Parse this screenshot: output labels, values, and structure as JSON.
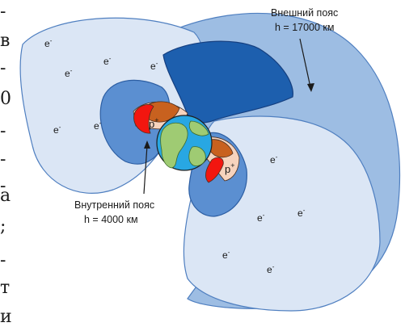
{
  "page_left_margin_chars": [
    "-",
    "в",
    "-",
    "0",
    "-",
    "-",
    "-",
    "а",
    ";",
    "-",
    "т",
    "и"
  ],
  "labels": {
    "outer_belt": {
      "line1": "Внешний пояс",
      "line2": "h = 17000 км"
    },
    "inner_belt": {
      "line1": "Внутренний пояс",
      "line2": "h = 4000 км"
    }
  },
  "particles": {
    "electron": "e",
    "electron_sup": "-",
    "proton": "p",
    "proton_sup": "+"
  },
  "colors": {
    "outer_shell": "#9dbde3",
    "outer_inner_light": "#dbe6f5",
    "inner_belt": "#5b8fd1",
    "dark_lobe": "#1d5fae",
    "proton_red": "#f2160f",
    "proton_brown": "#c8611f",
    "proton_peach": "#f6d3bd",
    "earth_ocean": "#28a7e3",
    "earth_land": "#9fcb73"
  }
}
